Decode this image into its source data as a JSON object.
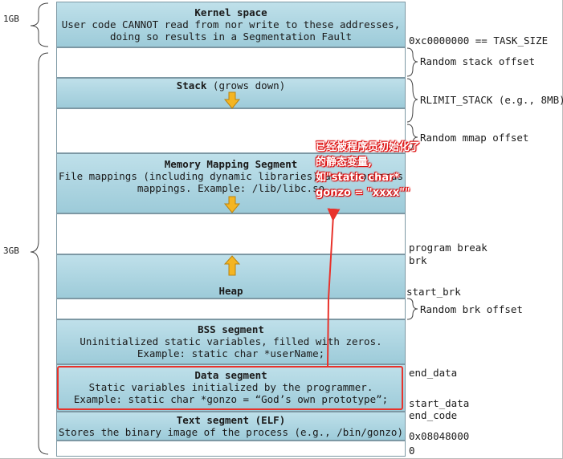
{
  "left_labels": {
    "gb1": "1GB",
    "gb3": "3GB"
  },
  "segments": {
    "kernel": {
      "title": "Kernel space",
      "line1": "User code CANNOT read from nor write to these addresses,",
      "line2": "doing so results in a Segmentation Fault"
    },
    "stack": {
      "title": "Stack",
      "suffix": " (grows down)"
    },
    "mmap": {
      "title": "Memory Mapping Segment",
      "line1": "File mappings (including dynamic libraries) and anonymous",
      "line2": "mappings. Example: /lib/libc.so"
    },
    "heap": {
      "title": "Heap"
    },
    "bss": {
      "title": "BSS segment",
      "line1": "Uninitialized static variables, filled with zeros.",
      "line2": "Example: static char *userName;"
    },
    "data": {
      "title": "Data segment",
      "line1": "Static variables initialized by the programmer.",
      "line2": "Example: static char *gonzo = “God’s own prototype”;"
    },
    "text": {
      "title": "Text segment (ELF)",
      "line1": "Stores the binary image of the process (e.g., /bin/gonzo)"
    }
  },
  "right_labels": {
    "task_size": "0xc0000000 == TASK_SIZE",
    "random_stack": "Random stack offset",
    "rlimit": "RLIMIT_STACK (e.g., 8MB)",
    "random_mmap": "Random mmap offset",
    "program_break": "program break",
    "brk": "brk",
    "start_brk": "start_brk",
    "random_brk": "Random brk offset",
    "end_data": "end_data",
    "start_data": "start_data",
    "end_code": "end_code",
    "addr_start": "0x08048000",
    "zero": "0"
  },
  "annotation": {
    "line1": "已经被程序员初始化了",
    "line2": "的静态变量,",
    "line3": "如\"static char*",
    "line4": "gonzo = \"xxxx\"\""
  },
  "colors": {
    "segment_fill": "#a8d2df",
    "arrow_fill": "#f4b522",
    "annotation_red": "#e8322b"
  }
}
